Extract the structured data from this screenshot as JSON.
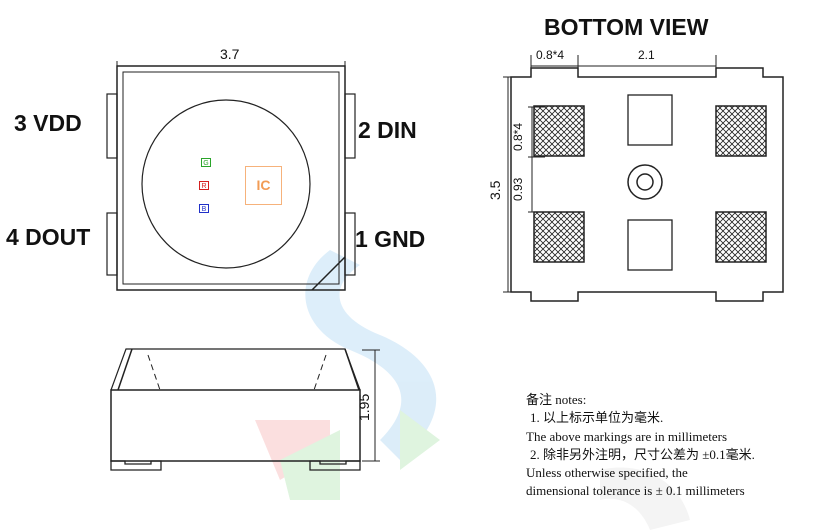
{
  "top_view": {
    "width_dim": "3.7",
    "pins": {
      "vdd": "3 VDD",
      "din": "2 DIN",
      "dout": "4 DOUT",
      "gnd": "1 GND"
    },
    "chips": {
      "g": "G",
      "r": "R",
      "b": "B",
      "ic": "IC"
    },
    "colors": {
      "g": "#2aa52a",
      "r": "#d42020",
      "b": "#2030c8",
      "ic": "#f29c55"
    }
  },
  "bottom_view": {
    "title": "BOTTOM VIEW",
    "dim_pad_width": "0.8*4",
    "dim_pitch": "2.1",
    "dim_height": "3.5",
    "dim_pad_height": "0.8*4",
    "dim_gap": "0.93"
  },
  "side_view": {
    "height_dim": "1.95"
  },
  "notes": {
    "heading": "备注 notes:",
    "line1": "1. 以上标示单位为毫米.",
    "line2": "The above markings are in millimeters",
    "line3": "2. 除非另外注明，尺寸公差为 ±0.1毫米.",
    "line4": "Unless otherwise specified, the",
    "line5": "dimensional tolerance is ± 0.1 millimeters"
  },
  "watermark_colors": [
    "#d9ecf9",
    "#fbdcdc",
    "#dcf3dc"
  ]
}
